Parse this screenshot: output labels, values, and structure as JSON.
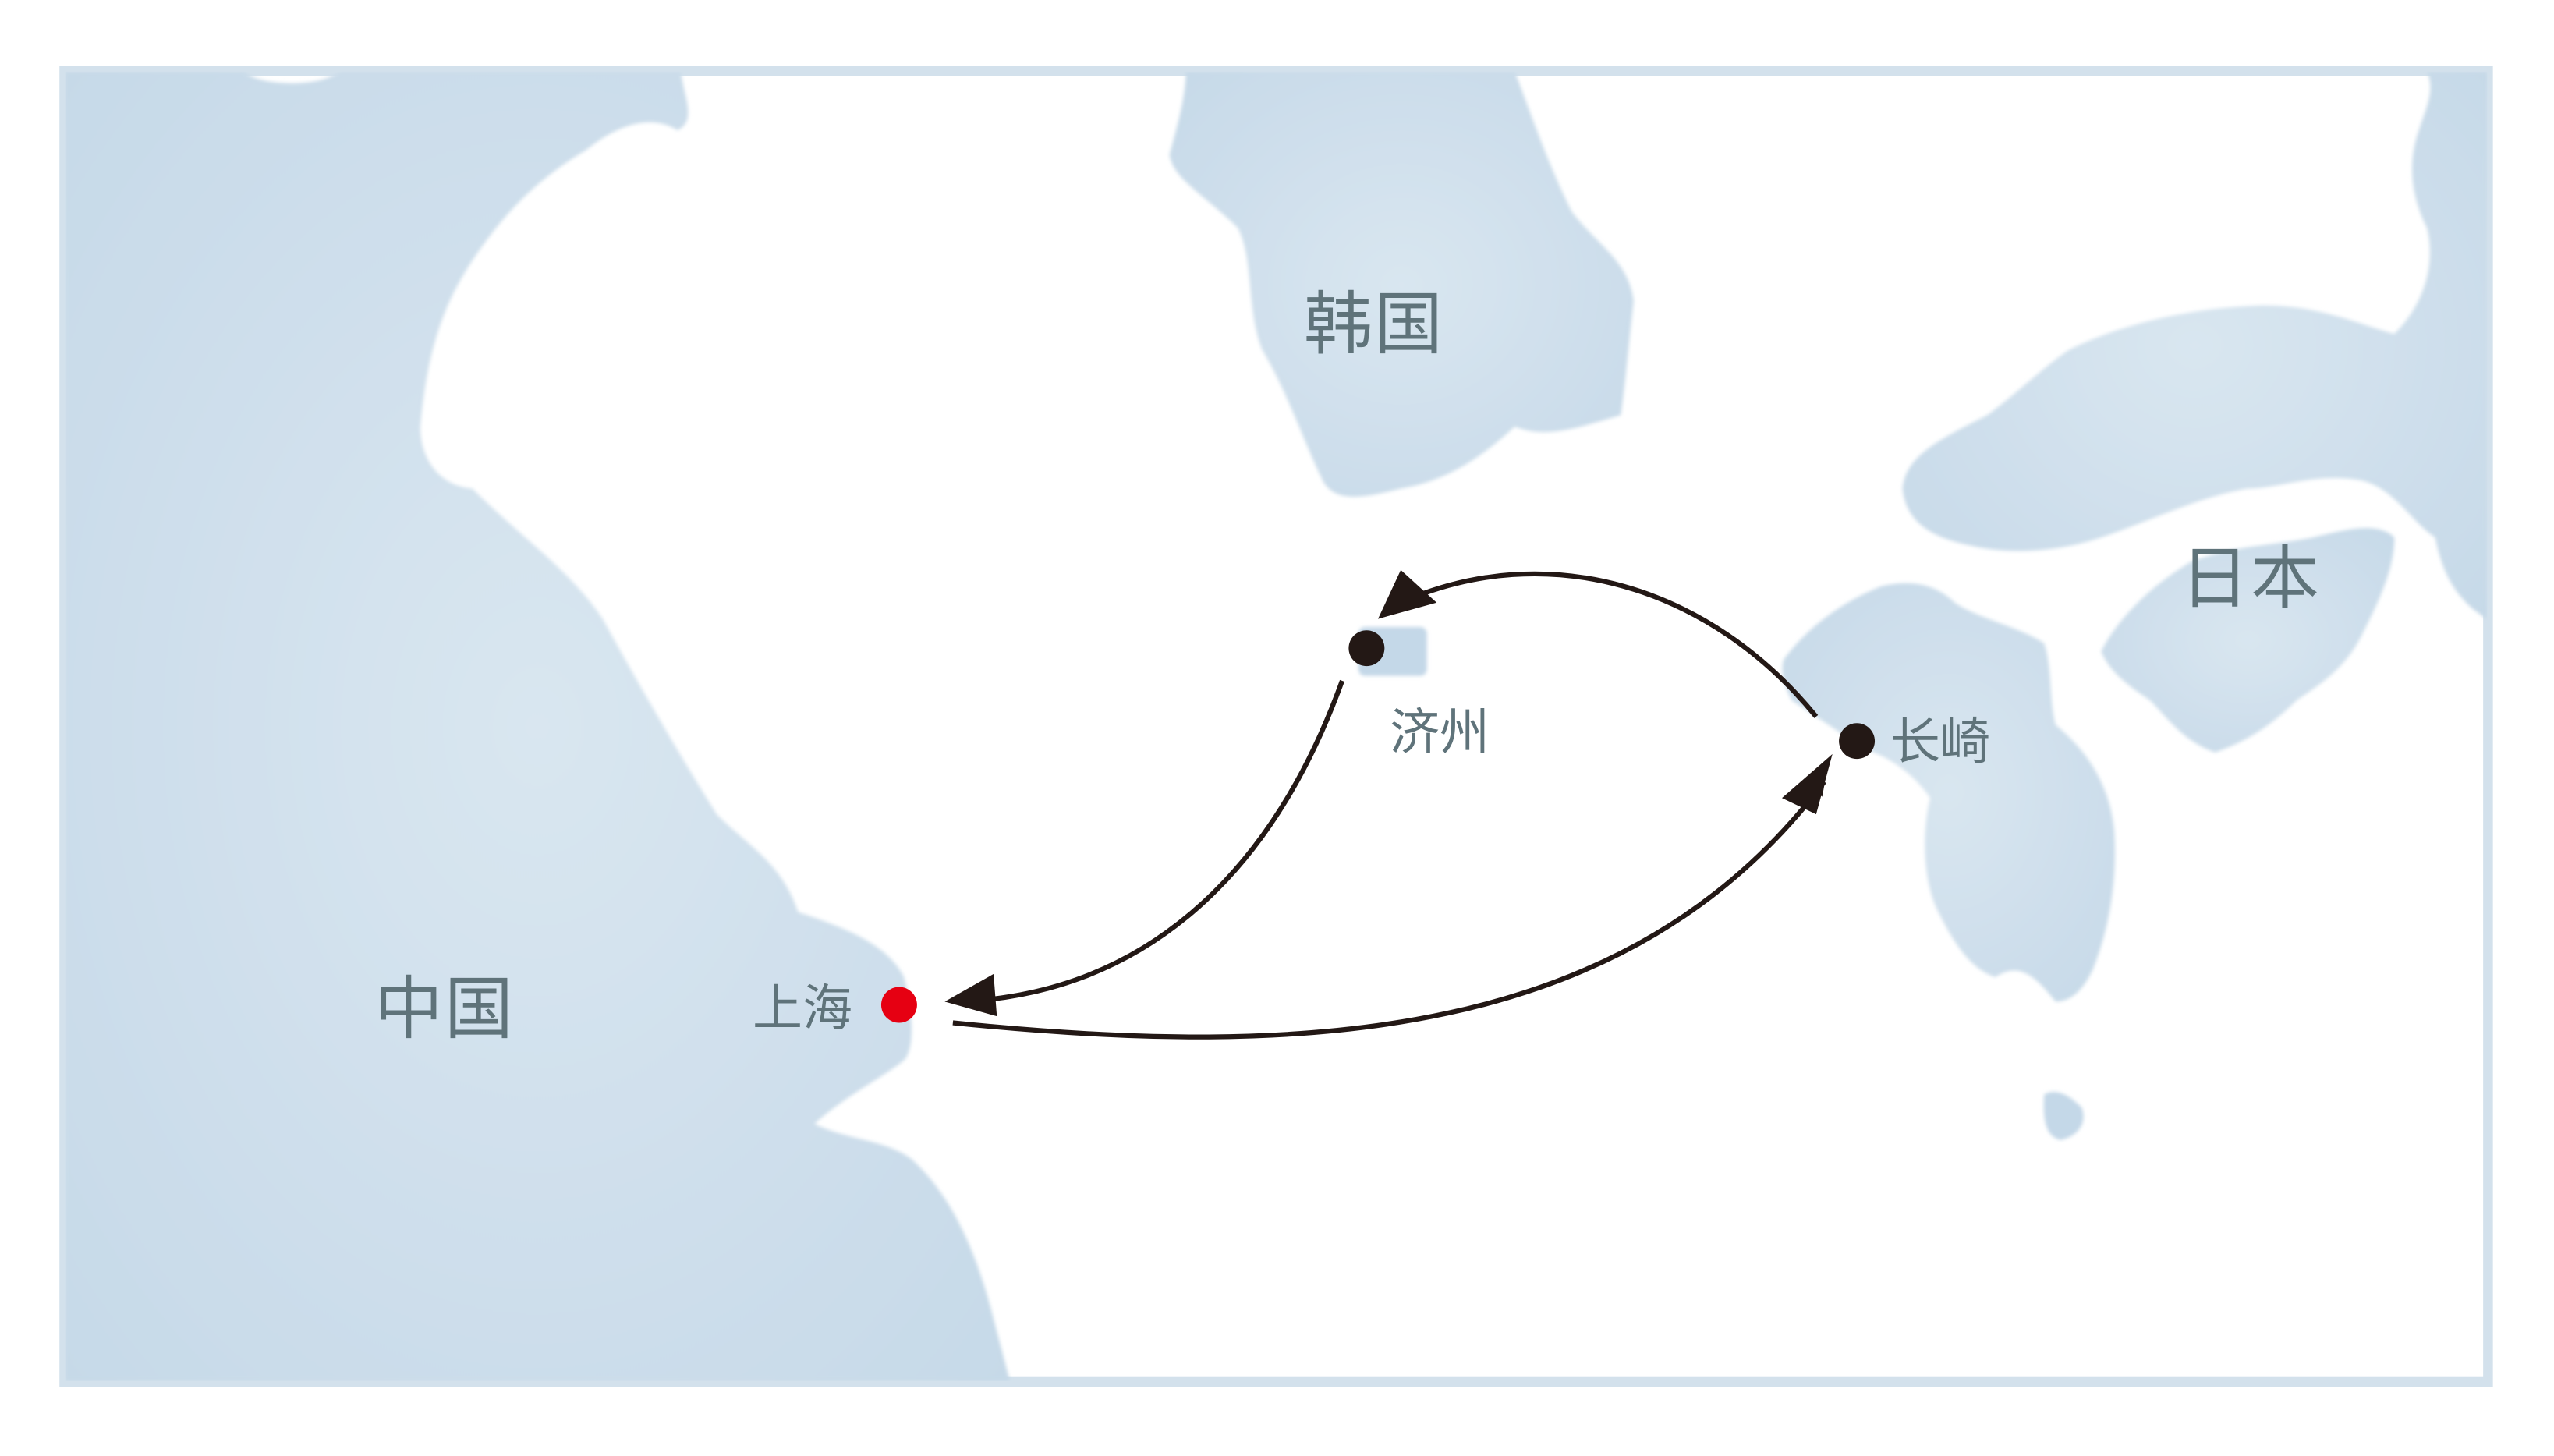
{
  "map": {
    "colors": {
      "land": "#d4e3ee",
      "land_edge": "#bcd3e4",
      "frame": "#d3e1ec",
      "label": "#5f737a",
      "route": "#231815",
      "origin": "#e60012"
    },
    "countries": [
      {
        "id": "china",
        "label": "中国"
      },
      {
        "id": "korea",
        "label": "韩国"
      },
      {
        "id": "japan",
        "label": "日本"
      }
    ],
    "cities": [
      {
        "id": "shanghai",
        "label": "上海",
        "marker": "red-dot",
        "role": "origin"
      },
      {
        "id": "jeju",
        "label": "济州",
        "marker": "black-dot"
      },
      {
        "id": "nagasaki",
        "label": "长崎",
        "marker": "black-dot"
      }
    ],
    "routes": [
      {
        "from": "上海",
        "to": "长崎"
      },
      {
        "from": "长崎",
        "to": "济州"
      },
      {
        "from": "济州",
        "to": "上海"
      }
    ]
  }
}
